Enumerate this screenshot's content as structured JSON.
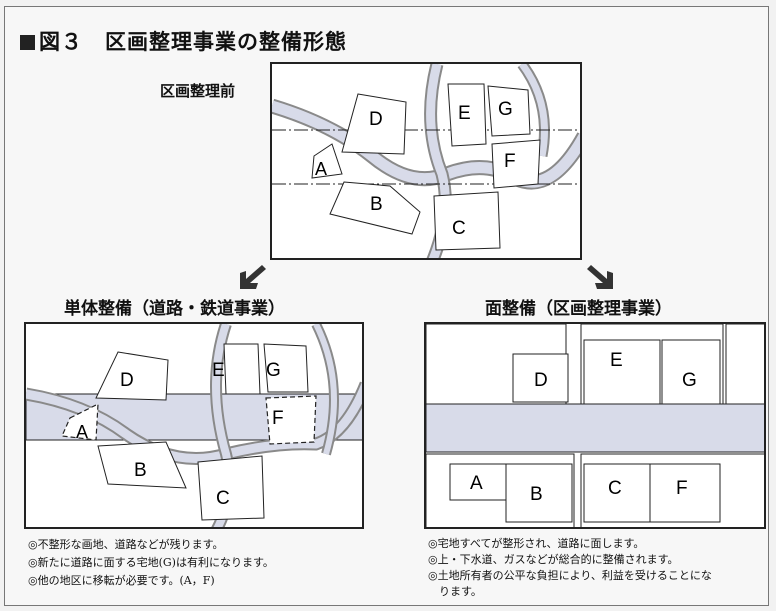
{
  "title": "図３　区画整理事業の整備形態",
  "before": {
    "label": "区画整理前"
  },
  "single": {
    "label": "単体整備（道路・鉄道事業）"
  },
  "area": {
    "label": "面整備（区画整理事業）"
  },
  "lots": {
    "a": "A",
    "b": "B",
    "c": "C",
    "d": "D",
    "e": "E",
    "f": "F",
    "g": "G"
  },
  "notes_left": [
    "◎不整形な画地、道路などが残ります。",
    "◎新たに道路に面する宅地(G)は有利になります。",
    "◎他の地区に移転が必要です。(A，F)"
  ],
  "notes_right": [
    "◎宅地すべてが整形され、道路に面します。",
    "◎上・下水道、ガスなどが総合的に整備されます。",
    "◎土地所有者の公平な負担により、利益を受けることにな",
    "　ります。"
  ],
  "colors": {
    "road": "#d8dbe9",
    "line": "#222222",
    "arrow": "#333333"
  }
}
